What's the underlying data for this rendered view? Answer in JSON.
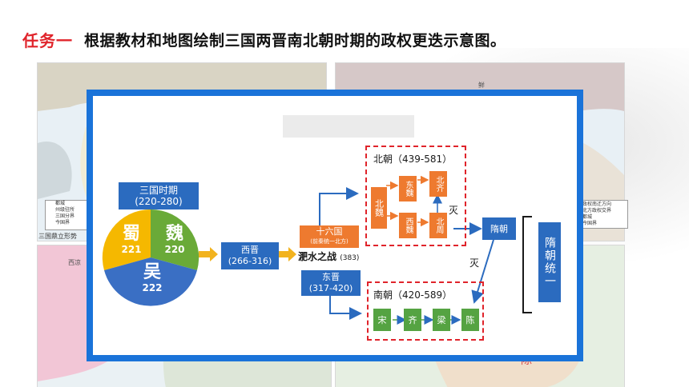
{
  "heading": {
    "task_label": "任务一",
    "task_text": "根据教材和地图绘制三国两晋南北朝时期的政权更迭示意图。"
  },
  "maps": {
    "caption_tl": "三国鼎立形势",
    "legend_tl": [
      "都城",
      "州级驻所",
      "三国分界",
      "今国界"
    ],
    "legend_tr": [
      "政权南迁方向",
      "北方政权交界",
      "都城",
      "今国界"
    ],
    "word_tr_top": "鲜",
    "word_bl": "西凉",
    "word_br": "陈"
  },
  "diagram": {
    "sanguo_title": "三国时期",
    "sanguo_years": "(220-280)",
    "shu_name": "蜀",
    "shu_year": "221",
    "wei_name": "魏",
    "wei_year": "220",
    "wu_name": "吴",
    "wu_year": "222",
    "xijin_name": "西晋",
    "xijin_years": "(266-316)",
    "feishui_label": "淝水之战",
    "feishui_year": "(383)",
    "shiliuguo_name": "十六国",
    "shiliuguo_sub": "(前秦统一北方)",
    "dongjin_name": "东晋",
    "dongjin_years": "(317-420)",
    "beichao_label": "北朝（439-581）",
    "beiwei": "北魏",
    "dongwei": "东魏",
    "xiwei": "西魏",
    "beiqi": "北齐",
    "beizhou": "北周",
    "mie1": "灭",
    "suichao": "隋朝",
    "mie2": "灭",
    "suichao_unify": "隋朝统一",
    "nanchao_label": "南朝（420-589）",
    "song": "宋",
    "qi": "齐",
    "liang": "梁",
    "chen": "陈"
  },
  "colors": {
    "accent_red": "#e0242b",
    "panel_blue": "#1a73d9",
    "box_blue": "#2b6bbf",
    "orange": "#ee7a2f",
    "green": "#55a342",
    "pie_yellow": "#f5b800",
    "pie_green": "#6aaa38",
    "pie_blue": "#3a6fc4",
    "arrow_yellow": "#f2b31f"
  }
}
